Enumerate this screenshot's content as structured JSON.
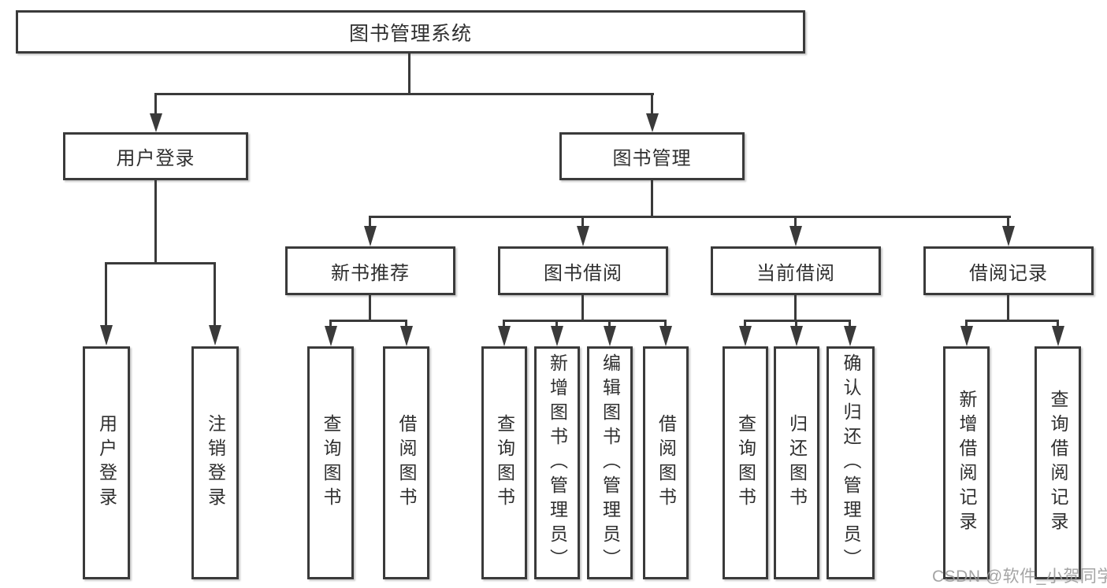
{
  "diagram": {
    "root": {
      "label": "图书管理系统"
    },
    "level2": [
      {
        "label": "用户登录"
      },
      {
        "label": "图书管理"
      }
    ],
    "level3": [
      {
        "label": "新书推荐"
      },
      {
        "label": "图书借阅"
      },
      {
        "label": "当前借阅"
      },
      {
        "label": "借阅记录"
      }
    ],
    "leaves": {
      "user_login": [
        {
          "label": "用户登录"
        },
        {
          "label": "注销登录"
        }
      ],
      "new_books": [
        {
          "label": "查询图书"
        },
        {
          "label": "借阅图书"
        }
      ],
      "borrowing": [
        {
          "label": "查询图书"
        },
        {
          "label": "新增图书（管理员）"
        },
        {
          "label": "编辑图书（管理员）"
        },
        {
          "label": "借阅图书"
        }
      ],
      "current": [
        {
          "label": "查询图书"
        },
        {
          "label": "归还图书"
        },
        {
          "label": "确认归还（管理员）"
        }
      ],
      "records": [
        {
          "label": "新增借阅记录"
        },
        {
          "label": "查询借阅记录"
        }
      ]
    },
    "watermark": "CSDN @软件_小贺同学",
    "colors": {
      "line": "#3a3a3a",
      "text": "#2f2f2f",
      "watermark": "#9b9b9b",
      "background": "#ffffff"
    }
  }
}
